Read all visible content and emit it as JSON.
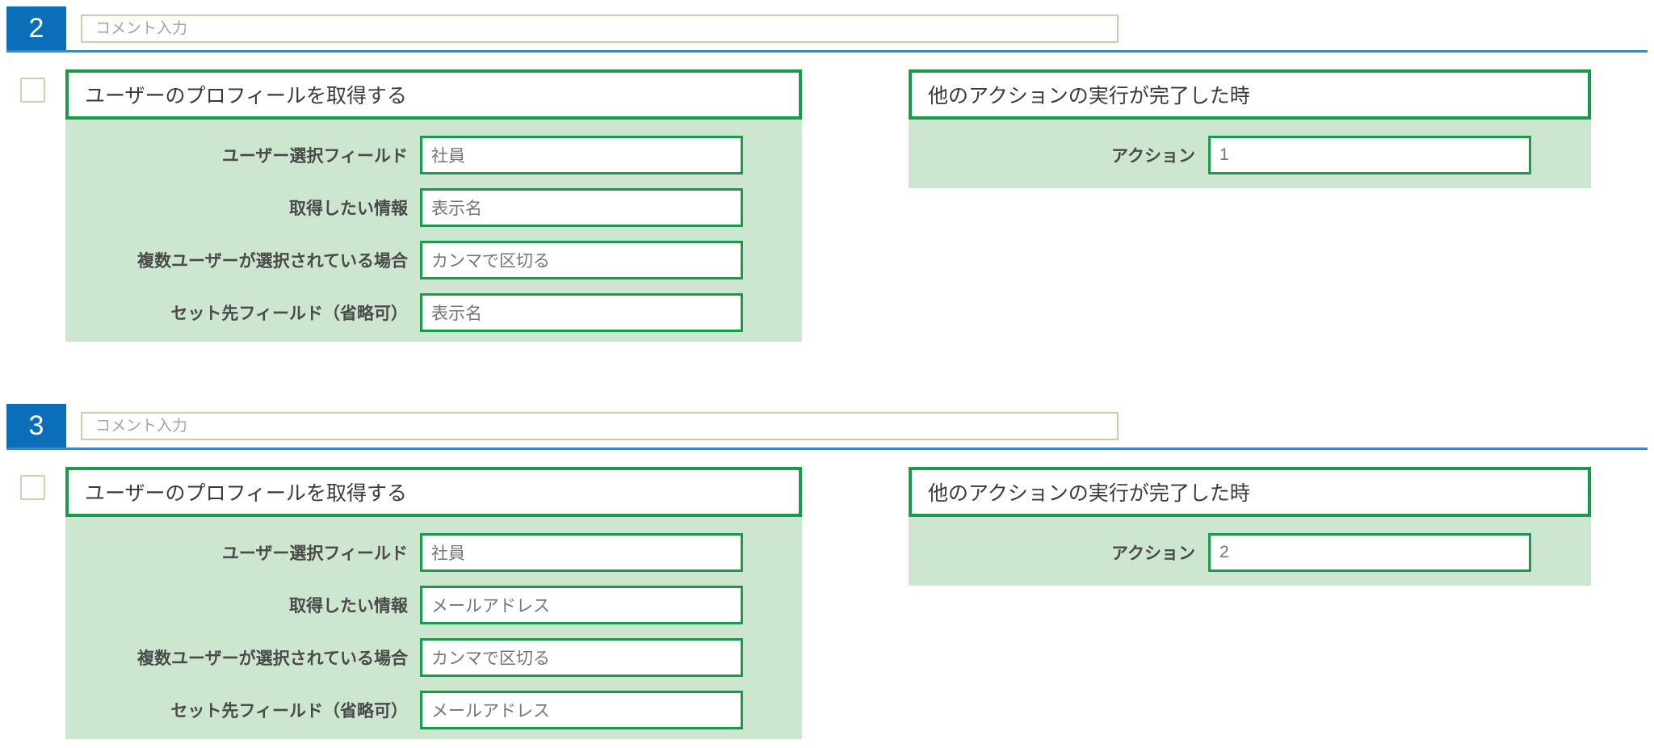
{
  "colors": {
    "step_badge_blue": "#0a6fb8",
    "divider_blue": "#3e86c8",
    "panel_green_border": "#189b4a",
    "panel_green_bg": "#cce6d0",
    "comment_border_tan": "#d8c7a8",
    "checkbox_border_tan": "#d8cbb0",
    "label_text": "#4a4a4a",
    "value_text": "#757575"
  },
  "sections": [
    {
      "number": "2",
      "comment_placeholder": "コメント入力",
      "action_panel": {
        "title": "ユーザーのプロフィールを取得する",
        "fields": [
          {
            "label": "ユーザー選択フィールド",
            "value": "社員"
          },
          {
            "label": "取得したい情報",
            "value": "表示名"
          },
          {
            "label": "複数ユーザーが選択されている場合",
            "value": "カンマで区切る"
          },
          {
            "label": "セット先フィールド（省略可）",
            "value": "表示名"
          }
        ]
      },
      "trigger_panel": {
        "title": "他のアクションの実行が完了した時",
        "fields": [
          {
            "label": "アクション",
            "value": "1"
          }
        ]
      }
    },
    {
      "number": "3",
      "comment_placeholder": "コメント入力",
      "action_panel": {
        "title": "ユーザーのプロフィールを取得する",
        "fields": [
          {
            "label": "ユーザー選択フィールド",
            "value": "社員"
          },
          {
            "label": "取得したい情報",
            "value": "メールアドレス"
          },
          {
            "label": "複数ユーザーが選択されている場合",
            "value": "カンマで区切る"
          },
          {
            "label": "セット先フィールド（省略可）",
            "value": "メールアドレス"
          }
        ]
      },
      "trigger_panel": {
        "title": "他のアクションの実行が完了した時",
        "fields": [
          {
            "label": "アクション",
            "value": "2"
          }
        ]
      }
    }
  ]
}
